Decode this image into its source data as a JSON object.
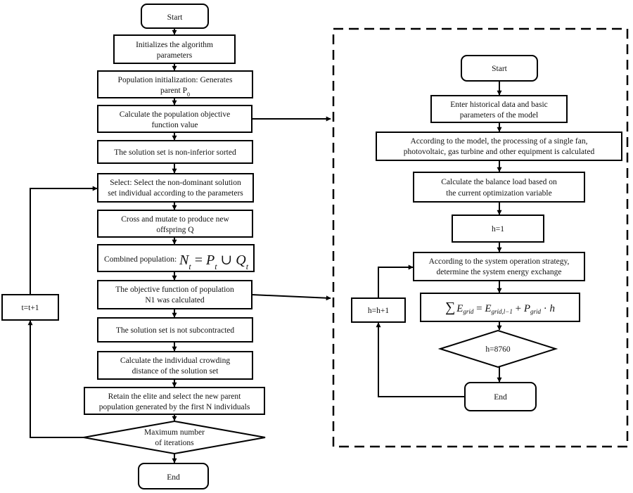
{
  "left": {
    "start": "Start",
    "init_params": [
      "Initializes the algorithm",
      "parameters"
    ],
    "pop_init": [
      "Population initialization: Generates",
      "parent P"
    ],
    "pop_init_sub": "0",
    "calc_obj": [
      "Calculate the population objective",
      "function value"
    ],
    "sorted": "The solution set is non-inferior sorted",
    "select": [
      "Select: Select the non-dominant solution",
      "set individual according to the parameters"
    ],
    "cross": [
      "Cross and mutate to produce new",
      "offspring Q"
    ],
    "combined_label": "Combined population:",
    "combined_formula": {
      "N": "N",
      "t1": "t",
      "eq": " = ",
      "P": "P",
      "t2": "t",
      "union": " ∪ ",
      "Q": "Q",
      "t3": "t"
    },
    "obj_n1": [
      "The objective function of population",
      "N1 was calculated"
    ],
    "subcontracted": "The solution set is not subcontracted",
    "crowding": [
      "Calculate the individual crowding",
      "distance of the solution set"
    ],
    "elite": [
      "Retain the elite and select the new parent",
      "population generated by the first N individuals"
    ],
    "max_iter": [
      "Maximum number",
      "of iterations"
    ],
    "end": "End",
    "counter": "t=t+1"
  },
  "right": {
    "start": "Start",
    "enter": [
      "Enter historical data and basic",
      "parameters of the model"
    ],
    "according": [
      "According to the model, the processing of a single fan,",
      "photovoltaic, gas turbine and other equipment is calculated"
    ],
    "balance": [
      "Calculate the balance load based on",
      "the current optimization variable"
    ],
    "h1": "h=1",
    "strategy": [
      "According to the system operation strategy,",
      "determine the system energy exchange"
    ],
    "formula": {
      "sum": "∑",
      "E": "E",
      "sub": "grid",
      "eq": " = ",
      "E2": "E",
      "sub2": "grid,l−1",
      "plus": " + ",
      "P": "P",
      "sub3": "grid",
      "dot": " · ",
      "h": "h"
    },
    "h8760": "h=8760",
    "end": "End",
    "hinc": "h=h+1"
  }
}
